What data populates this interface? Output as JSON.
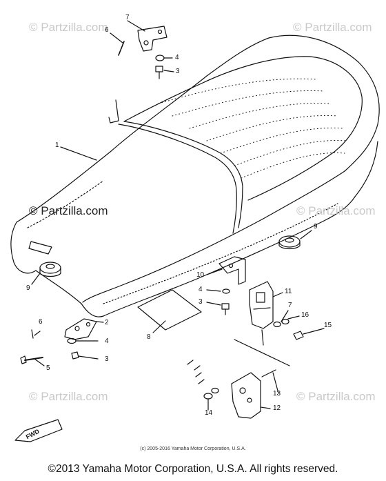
{
  "watermarks": [
    {
      "id": "wm-top-left",
      "text": "© Partzilla.com"
    },
    {
      "id": "wm-top-right",
      "text": "© Partzilla.com"
    },
    {
      "id": "wm-mid-left",
      "text": "© Partzilla.com"
    },
    {
      "id": "wm-mid-right",
      "text": "© Partzilla.com"
    },
    {
      "id": "wm-bot-left",
      "text": "© Partzilla.com"
    },
    {
      "id": "wm-bot-right",
      "text": "© Partzilla.com"
    }
  ],
  "callouts": {
    "c1": "1",
    "c2": "2",
    "c3a": "3",
    "c3b": "3",
    "c3c": "3",
    "c4a": "4",
    "c4b": "4",
    "c4c": "4",
    "c5": "5",
    "c6a": "6",
    "c6b": "6",
    "c7a": "7",
    "c7b": "7",
    "c8": "8",
    "c9a": "9",
    "c9b": "9",
    "c10": "10",
    "c11": "11",
    "c12": "12",
    "c13": "13",
    "c14": "14",
    "c15": "15",
    "c16": "16"
  },
  "fwd_label": "FWD",
  "inner_copyright": "(c) 2005-2016 Yamaha Motor Corporation, U.S.A.",
  "footer_copyright": "©2013 Yamaha Motor Corporation, U.S.A. All rights reserved."
}
